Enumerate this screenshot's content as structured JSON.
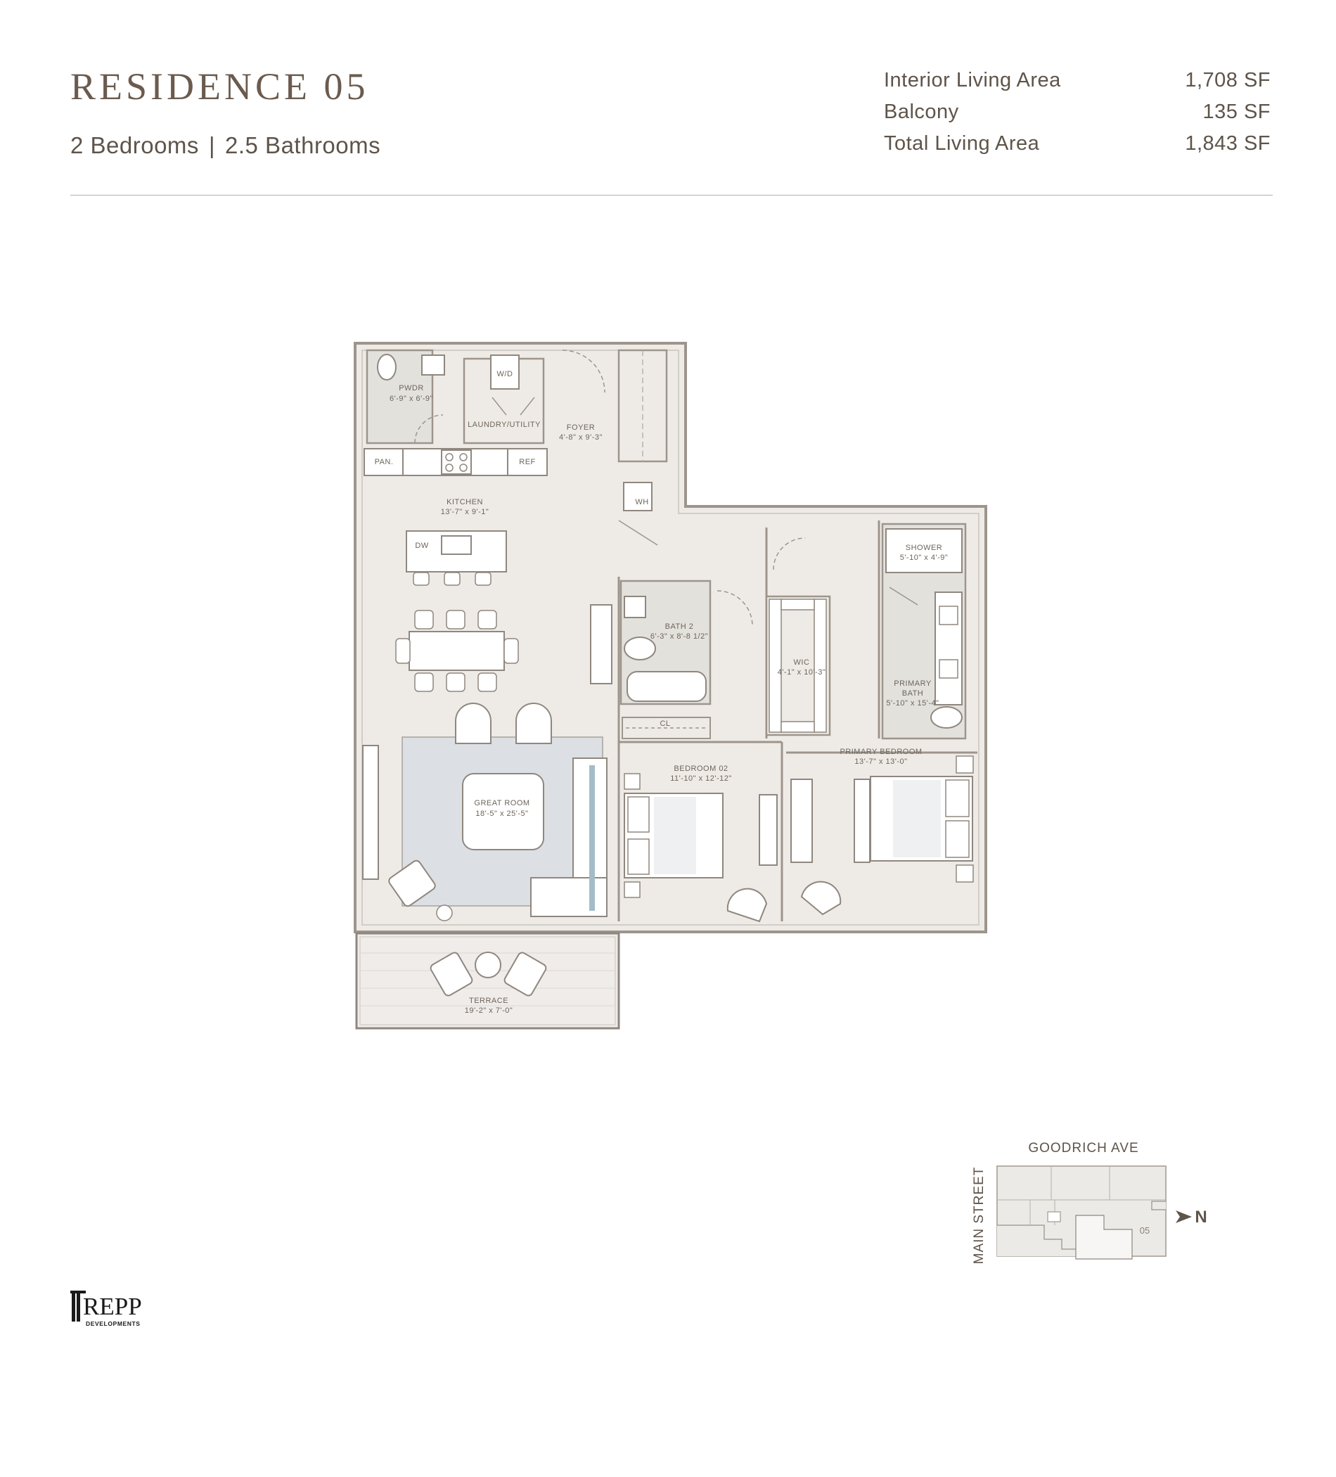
{
  "header": {
    "title": "RESIDENCE 05",
    "bedrooms": "2 Bedrooms",
    "separator": "|",
    "bathrooms": "2.5 Bathrooms"
  },
  "areas": [
    {
      "label": "Interior Living Area",
      "value": "1,708 SF"
    },
    {
      "label": "Balcony",
      "value": "135 SF"
    },
    {
      "label": "Total Living Area",
      "value": "1,843 SF"
    }
  ],
  "rooms": {
    "pwdr": {
      "name": "PWDR",
      "dims": "6'-9\" x 6'-9\""
    },
    "laundry": {
      "name": "LAUNDRY/UTILITY"
    },
    "wd": "W/D",
    "foyer": {
      "name": "FOYER",
      "dims": "4'-8\" x 9'-3\""
    },
    "pan": "PAN.",
    "ref": "REF",
    "kitchen": {
      "name": "KITCHEN",
      "dims": "13'-7\" x 9'-1\""
    },
    "dw": "DW",
    "wh": "WH",
    "bath2": {
      "name": "BATH 2",
      "dims": "6'-3\" x 8'-8 1/2\""
    },
    "cl": "CL",
    "wic": {
      "name": "WIC",
      "dims": "4'-1\" x 10'-3\""
    },
    "shower": {
      "name": "SHOWER",
      "dims": "5'-10\" x 4'-9\""
    },
    "primary_bath": {
      "line1": "PRIMARY",
      "line2": "BATH",
      "dims": "5'-10\" x 15'-4\""
    },
    "great_room": {
      "name": "GREAT ROOM",
      "dims": "18'-5\" x 25'-5\""
    },
    "bedroom02": {
      "name": "BEDROOM 02",
      "dims": "11'-10\" x 12'-12\""
    },
    "primary_bedroom": {
      "name": "PRIMARY BEDROOM",
      "dims": "13'-7\" x 13'-0\""
    },
    "terrace": {
      "name": "TERRACE",
      "dims": "19'-2\" x 7'-0\""
    }
  },
  "keyplan": {
    "street_top": "GOODRICH AVE",
    "street_side": "MAIN STREET",
    "unit": "05",
    "north": "N"
  },
  "logo": {
    "brand": "REPP",
    "tagline": "DEVELOPMENTS"
  },
  "colors": {
    "floor": "#eeebe6",
    "wall": "#9d958c",
    "rug": "#dcdfe3",
    "fixture": "#ffffff",
    "text": "#5e544a"
  }
}
